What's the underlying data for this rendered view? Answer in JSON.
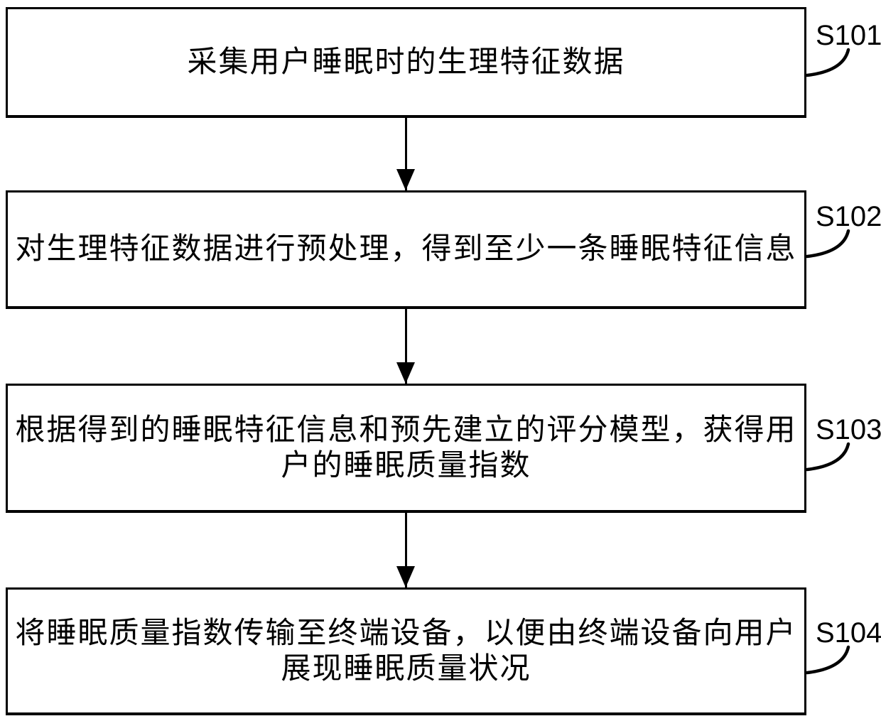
{
  "diagram": {
    "type": "flowchart",
    "colors": {
      "background": "#ffffff",
      "line": "#000000",
      "text": "#000000"
    },
    "steps": [
      {
        "id": "S101",
        "text": "采集用户睡眠时的生理特征数据"
      },
      {
        "id": "S102",
        "text": "对生理特征数据进行预处理，得到至少一条睡眠特征信息"
      },
      {
        "id": "S103",
        "text": "根据得到的睡眠特征信息和预先建立的评分模型，获得用\n户的睡眠质量指数"
      },
      {
        "id": "S104",
        "text": "将睡眠质量指数传输至终端设备，以便由终端设备向用户\n展现睡眠质量状况"
      }
    ]
  }
}
